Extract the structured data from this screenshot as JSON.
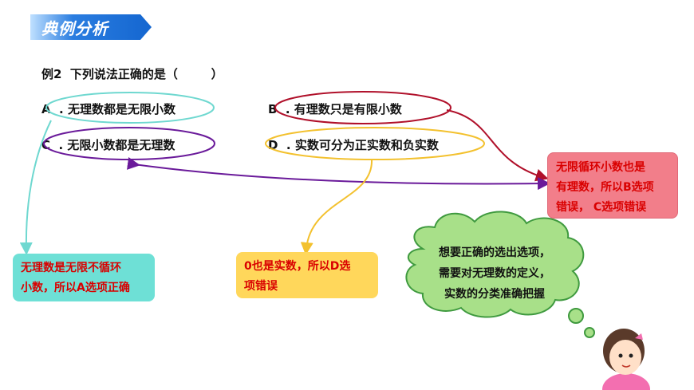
{
  "header": {
    "title": "典例分析"
  },
  "question": {
    "text": "例2  下列说法正确的是（        ）"
  },
  "options": {
    "a": "A  . 无理数都是无限小数",
    "b": "B  . 有理数只是有限小数",
    "c": "C  . 无限小数都是无理数",
    "d": "D  . 实数可分为正实数和负实数"
  },
  "notes": {
    "red_line1": "无限循环小数也是",
    "red_line2": "有理数，所以B选项",
    "red_line3": "错误，   C选项错误",
    "green_line1": "无理数是无限不循环",
    "green_line2": "小数，所以A选项正确",
    "yellow_line1": "0也是实数，所以D选",
    "yellow_line2": "项错误"
  },
  "cloud": {
    "line1": "想要正确的选出选项，",
    "line2": "需要对无理数的定义，",
    "line3": "实数的分类准确把握"
  },
  "colors": {
    "banner": "#1e6fd9",
    "teal": "#6fd8d0",
    "purple": "#6a1a9a",
    "crimson": "#b0102a",
    "gold": "#f3c12e",
    "cloud_fill": "#a8e089"
  }
}
